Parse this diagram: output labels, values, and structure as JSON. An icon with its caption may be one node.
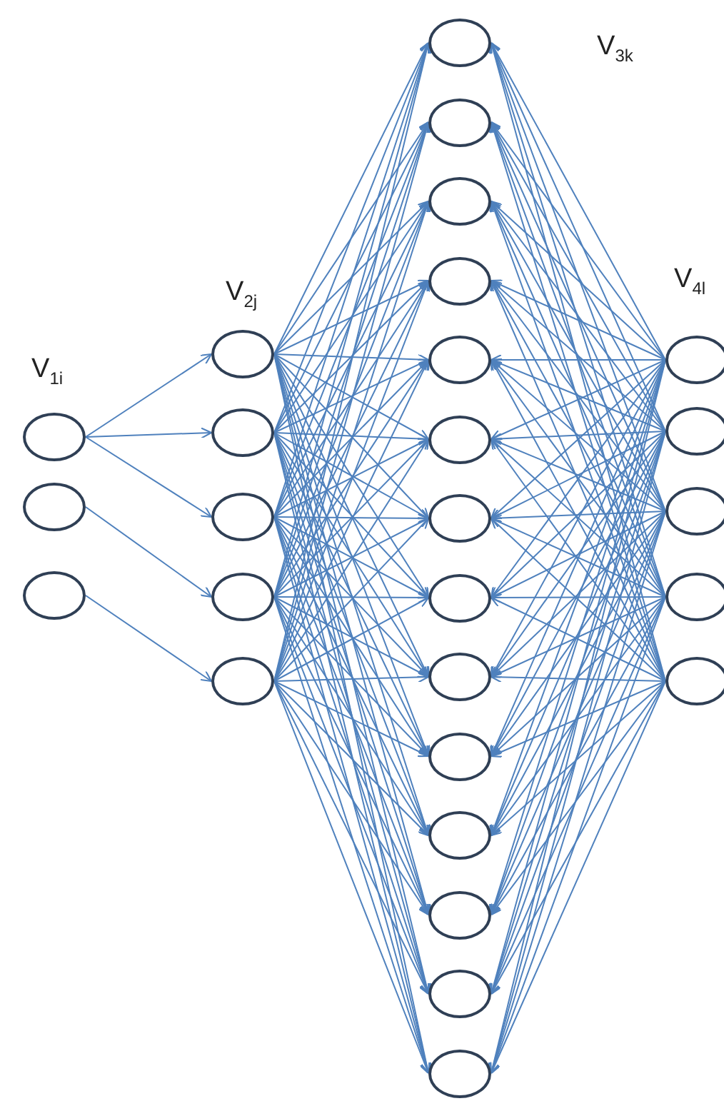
{
  "diagram": {
    "nodes": [
      {
        "text": [],
        "shape": "circle"
      },
      {
        "text": [],
        "shape": "circle"
      },
      {
        "text": [],
        "shape": "circle"
      },
      {
        "text": [],
        "shape": "circle"
      },
      {
        "text": [],
        "shape": "circle"
      },
      {
        "text": [],
        "shape": "circle"
      },
      {
        "text": [],
        "shape": "circle"
      },
      {
        "text": [],
        "shape": "circle"
      },
      {
        "text": [],
        "shape": "circle"
      },
      {
        "text": [],
        "shape": "circle"
      },
      {
        "text": [],
        "shape": "circle"
      },
      {
        "text": [],
        "shape": "circle"
      },
      {
        "text": [],
        "shape": "circle"
      },
      {
        "text": [],
        "shape": "circle"
      },
      {
        "text": [],
        "shape": "circle"
      },
      {
        "text": [],
        "shape": "circle"
      },
      {
        "text": [],
        "shape": "circle"
      },
      {
        "text": [],
        "shape": "circle"
      },
      {
        "text": [],
        "shape": "circle"
      },
      {
        "text": [],
        "shape": "circle"
      },
      {
        "text": [],
        "shape": "circle"
      },
      {
        "text": [],
        "shape": "circle"
      },
      {
        "text": [],
        "shape": "circle"
      },
      {
        "text": [],
        "shape": "circle"
      },
      {
        "text": [],
        "shape": "circle"
      },
      {
        "text": [],
        "shape": "circle"
      },
      {
        "text": [],
        "shape": "circle"
      }
    ],
    "edges": [
      {
        "from": 0,
        "to": 3,
        "arrow": "to"
      },
      {
        "from": 0,
        "to": 4,
        "arrow": "to"
      },
      {
        "from": 0,
        "to": 5,
        "arrow": "to"
      },
      {
        "from": 1,
        "to": 6,
        "arrow": "to"
      },
      {
        "from": 2,
        "to": 7,
        "arrow": "to"
      },
      {
        "from": 3,
        "to": 8,
        "arrow": "to"
      },
      {
        "from": 3,
        "to": 9,
        "arrow": "to"
      },
      {
        "from": 3,
        "to": 10,
        "arrow": "to"
      },
      {
        "from": 3,
        "to": 11,
        "arrow": "to"
      },
      {
        "from": 3,
        "to": 12,
        "arrow": "to"
      },
      {
        "from": 3,
        "to": 13,
        "arrow": "to"
      },
      {
        "from": 3,
        "to": 14,
        "arrow": "to"
      },
      {
        "from": 3,
        "to": 15,
        "arrow": "to"
      },
      {
        "from": 3,
        "to": 16,
        "arrow": "to"
      },
      {
        "from": 3,
        "to": 17,
        "arrow": "to"
      },
      {
        "from": 3,
        "to": 18,
        "arrow": "to"
      },
      {
        "from": 3,
        "to": 19,
        "arrow": "to"
      },
      {
        "from": 3,
        "to": 20,
        "arrow": "to"
      },
      {
        "from": 3,
        "to": 21,
        "arrow": "to"
      },
      {
        "from": 4,
        "to": 8,
        "arrow": "to"
      },
      {
        "from": 4,
        "to": 9,
        "arrow": "to"
      },
      {
        "from": 4,
        "to": 10,
        "arrow": "to"
      },
      {
        "from": 4,
        "to": 11,
        "arrow": "to"
      },
      {
        "from": 4,
        "to": 12,
        "arrow": "to"
      },
      {
        "from": 4,
        "to": 13,
        "arrow": "to"
      },
      {
        "from": 4,
        "to": 14,
        "arrow": "to"
      },
      {
        "from": 4,
        "to": 15,
        "arrow": "to"
      },
      {
        "from": 4,
        "to": 16,
        "arrow": "to"
      },
      {
        "from": 4,
        "to": 17,
        "arrow": "to"
      },
      {
        "from": 4,
        "to": 18,
        "arrow": "to"
      },
      {
        "from": 4,
        "to": 19,
        "arrow": "to"
      },
      {
        "from": 4,
        "to": 20,
        "arrow": "to"
      },
      {
        "from": 4,
        "to": 21,
        "arrow": "to"
      },
      {
        "from": 5,
        "to": 8,
        "arrow": "to"
      },
      {
        "from": 5,
        "to": 9,
        "arrow": "to"
      },
      {
        "from": 5,
        "to": 10,
        "arrow": "to"
      },
      {
        "from": 5,
        "to": 11,
        "arrow": "to"
      },
      {
        "from": 5,
        "to": 12,
        "arrow": "to"
      },
      {
        "from": 5,
        "to": 13,
        "arrow": "to"
      },
      {
        "from": 5,
        "to": 14,
        "arrow": "to"
      },
      {
        "from": 5,
        "to": 15,
        "arrow": "to"
      },
      {
        "from": 5,
        "to": 16,
        "arrow": "to"
      },
      {
        "from": 5,
        "to": 17,
        "arrow": "to"
      },
      {
        "from": 5,
        "to": 18,
        "arrow": "to"
      },
      {
        "from": 5,
        "to": 19,
        "arrow": "to"
      },
      {
        "from": 5,
        "to": 20,
        "arrow": "to"
      },
      {
        "from": 5,
        "to": 21,
        "arrow": "to"
      },
      {
        "from": 6,
        "to": 8,
        "arrow": "to"
      },
      {
        "from": 6,
        "to": 9,
        "arrow": "to"
      },
      {
        "from": 6,
        "to": 10,
        "arrow": "to"
      },
      {
        "from": 6,
        "to": 11,
        "arrow": "to"
      },
      {
        "from": 6,
        "to": 12,
        "arrow": "to"
      },
      {
        "from": 6,
        "to": 13,
        "arrow": "to"
      },
      {
        "from": 6,
        "to": 14,
        "arrow": "to"
      },
      {
        "from": 6,
        "to": 15,
        "arrow": "to"
      },
      {
        "from": 6,
        "to": 16,
        "arrow": "to"
      },
      {
        "from": 6,
        "to": 17,
        "arrow": "to"
      },
      {
        "from": 6,
        "to": 18,
        "arrow": "to"
      },
      {
        "from": 6,
        "to": 19,
        "arrow": "to"
      },
      {
        "from": 6,
        "to": 20,
        "arrow": "to"
      },
      {
        "from": 6,
        "to": 21,
        "arrow": "to"
      },
      {
        "from": 7,
        "to": 8,
        "arrow": "to"
      },
      {
        "from": 7,
        "to": 9,
        "arrow": "to"
      },
      {
        "from": 7,
        "to": 10,
        "arrow": "to"
      },
      {
        "from": 7,
        "to": 11,
        "arrow": "to"
      },
      {
        "from": 7,
        "to": 12,
        "arrow": "to"
      },
      {
        "from": 7,
        "to": 13,
        "arrow": "to"
      },
      {
        "from": 7,
        "to": 14,
        "arrow": "to"
      },
      {
        "from": 7,
        "to": 15,
        "arrow": "to"
      },
      {
        "from": 7,
        "to": 16,
        "arrow": "to"
      },
      {
        "from": 7,
        "to": 17,
        "arrow": "to"
      },
      {
        "from": 7,
        "to": 18,
        "arrow": "to"
      },
      {
        "from": 7,
        "to": 19,
        "arrow": "to"
      },
      {
        "from": 7,
        "to": 20,
        "arrow": "to"
      },
      {
        "from": 7,
        "to": 21,
        "arrow": "to"
      },
      {
        "from": 22,
        "to": 8,
        "arrow": "to"
      },
      {
        "from": 22,
        "to": 9,
        "arrow": "to"
      },
      {
        "from": 22,
        "to": 10,
        "arrow": "to"
      },
      {
        "from": 22,
        "to": 11,
        "arrow": "to"
      },
      {
        "from": 22,
        "to": 12,
        "arrow": "to"
      },
      {
        "from": 22,
        "to": 13,
        "arrow": "to"
      },
      {
        "from": 22,
        "to": 14,
        "arrow": "to"
      },
      {
        "from": 22,
        "to": 15,
        "arrow": "to"
      },
      {
        "from": 22,
        "to": 16,
        "arrow": "to"
      },
      {
        "from": 22,
        "to": 17,
        "arrow": "to"
      },
      {
        "from": 22,
        "to": 18,
        "arrow": "to"
      },
      {
        "from": 22,
        "to": 19,
        "arrow": "to"
      },
      {
        "from": 22,
        "to": 20,
        "arrow": "to"
      },
      {
        "from": 22,
        "to": 21,
        "arrow": "to"
      },
      {
        "from": 23,
        "to": 8,
        "arrow": "to"
      },
      {
        "from": 23,
        "to": 9,
        "arrow": "to"
      },
      {
        "from": 23,
        "to": 10,
        "arrow": "to"
      },
      {
        "from": 23,
        "to": 11,
        "arrow": "to"
      },
      {
        "from": 23,
        "to": 12,
        "arrow": "to"
      },
      {
        "from": 23,
        "to": 13,
        "arrow": "to"
      },
      {
        "from": 23,
        "to": 14,
        "arrow": "to"
      },
      {
        "from": 23,
        "to": 15,
        "arrow": "to"
      },
      {
        "from": 23,
        "to": 16,
        "arrow": "to"
      },
      {
        "from": 23,
        "to": 17,
        "arrow": "to"
      },
      {
        "from": 23,
        "to": 18,
        "arrow": "to"
      },
      {
        "from": 23,
        "to": 19,
        "arrow": "to"
      },
      {
        "from": 23,
        "to": 20,
        "arrow": "to"
      },
      {
        "from": 23,
        "to": 21,
        "arrow": "to"
      },
      {
        "from": 24,
        "to": 8,
        "arrow": "to"
      },
      {
        "from": 24,
        "to": 9,
        "arrow": "to"
      },
      {
        "from": 24,
        "to": 10,
        "arrow": "to"
      },
      {
        "from": 24,
        "to": 11,
        "arrow": "to"
      },
      {
        "from": 24,
        "to": 12,
        "arrow": "to"
      },
      {
        "from": 24,
        "to": 13,
        "arrow": "to"
      },
      {
        "from": 24,
        "to": 14,
        "arrow": "to"
      },
      {
        "from": 24,
        "to": 15,
        "arrow": "to"
      },
      {
        "from": 24,
        "to": 16,
        "arrow": "to"
      },
      {
        "from": 24,
        "to": 17,
        "arrow": "to"
      },
      {
        "from": 24,
        "to": 18,
        "arrow": "to"
      },
      {
        "from": 24,
        "to": 19,
        "arrow": "to"
      },
      {
        "from": 24,
        "to": 20,
        "arrow": "to"
      },
      {
        "from": 24,
        "to": 21,
        "arrow": "to"
      },
      {
        "from": 25,
        "to": 8,
        "arrow": "to"
      },
      {
        "from": 25,
        "to": 9,
        "arrow": "to"
      },
      {
        "from": 25,
        "to": 10,
        "arrow": "to"
      },
      {
        "from": 25,
        "to": 11,
        "arrow": "to"
      },
      {
        "from": 25,
        "to": 12,
        "arrow": "to"
      },
      {
        "from": 25,
        "to": 13,
        "arrow": "to"
      },
      {
        "from": 25,
        "to": 14,
        "arrow": "to"
      },
      {
        "from": 25,
        "to": 15,
        "arrow": "to"
      },
      {
        "from": 25,
        "to": 16,
        "arrow": "to"
      },
      {
        "from": 25,
        "to": 17,
        "arrow": "to"
      },
      {
        "from": 25,
        "to": 18,
        "arrow": "to"
      },
      {
        "from": 25,
        "to": 19,
        "arrow": "to"
      },
      {
        "from": 25,
        "to": 20,
        "arrow": "to"
      },
      {
        "from": 25,
        "to": 21,
        "arrow": "to"
      },
      {
        "from": 26,
        "to": 8,
        "arrow": "to"
      },
      {
        "from": 26,
        "to": 9,
        "arrow": "to"
      },
      {
        "from": 26,
        "to": 10,
        "arrow": "to"
      },
      {
        "from": 26,
        "to": 11,
        "arrow": "to"
      },
      {
        "from": 26,
        "to": 12,
        "arrow": "to"
      },
      {
        "from": 26,
        "to": 13,
        "arrow": "to"
      },
      {
        "from": 26,
        "to": 14,
        "arrow": "to"
      },
      {
        "from": 26,
        "to": 15,
        "arrow": "to"
      },
      {
        "from": 26,
        "to": 16,
        "arrow": "to"
      },
      {
        "from": 26,
        "to": 17,
        "arrow": "to"
      },
      {
        "from": 26,
        "to": 18,
        "arrow": "to"
      },
      {
        "from": 26,
        "to": 19,
        "arrow": "to"
      },
      {
        "from": 26,
        "to": 20,
        "arrow": "to"
      },
      {
        "from": 26,
        "to": 21,
        "arrow": "to"
      }
    ],
    "labels": [
      "V$_{1i}$",
      "V$_{2j}$",
      "V$_{3k}$",
      "V$_{4l}$"
    ]
  }
}
